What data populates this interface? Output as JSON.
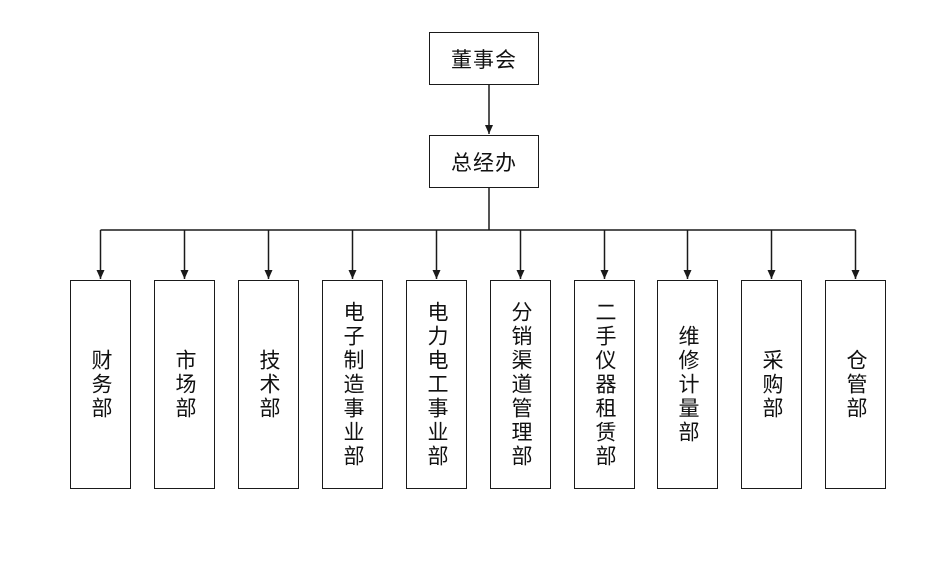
{
  "board": {
    "label": "董事会"
  },
  "general_office": {
    "label": "总经办"
  },
  "departments": [
    {
      "id": "finance",
      "label": "财务部"
    },
    {
      "id": "marketing",
      "label": "市场部"
    },
    {
      "id": "technology",
      "label": "技术部"
    },
    {
      "id": "electronics-manufacturing",
      "label": "电子制造事业部"
    },
    {
      "id": "power-electrical",
      "label": "电力电工事业部"
    },
    {
      "id": "distribution-channel",
      "label": "分销渠道管理部"
    },
    {
      "id": "used-instrument-rental",
      "label": "二手仪器租赁部"
    },
    {
      "id": "maintenance-metrology",
      "label": "维修计量部"
    },
    {
      "id": "procurement",
      "label": "采购部"
    },
    {
      "id": "warehouse",
      "label": "仓管部"
    }
  ],
  "colors": {
    "line": "#1a1a1a",
    "text": "#111111",
    "background": "#ffffff"
  }
}
